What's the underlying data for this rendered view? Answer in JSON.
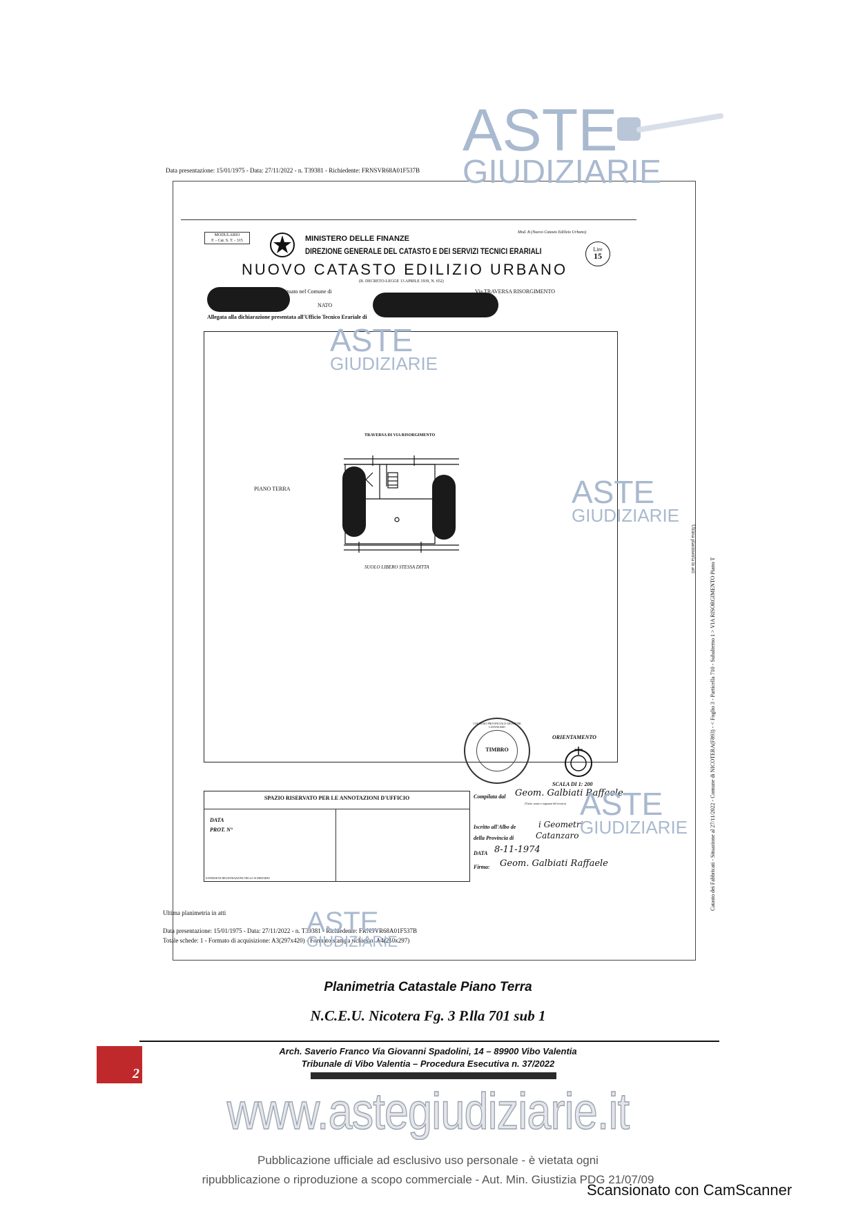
{
  "top_meta": "Data presentazione: 15/01/1975 - Data: 27/11/2022 - n. T39381 - Richiedente: FRNSVR68A01F537B",
  "form": {
    "modulario": "MODULARIO\nF. - Cat. S. T. - 315",
    "mod_label": "Mod. B (Nuovo Catasto Edilizio Urbano)",
    "ministry": "MINISTERO DELLE FINANZE",
    "direction": "DIREZIONE GENERALE DEL CATASTO E DEI SERVIZI TECNICI ERARIALI",
    "title": "NUOVO CATASTO EDILIZIO URBANO",
    "decree": "(R. DECRETO-LEGGE 13 APRILE 1939, N. 652)",
    "lire_label": "Lire",
    "lire_value": "15",
    "line1_text": "...mobile situato nel Comune di",
    "line1_via": "Via TRAVERSA RISORGIMENTO",
    "line2_text": "NATO",
    "line3_text": "Allegata alla dichiarazione presentata all'Ufficio Tecnico Erariale di"
  },
  "drawing": {
    "north_street": "TRAVERSA DI VIA RISORGIMENTO",
    "floor_label": "PIANO TERRA",
    "south_label": "SUOLO LIBERO STESSA DITTA",
    "orientation_label": "ORIENTAMENTO",
    "scale_label": "SCALA DI 1: 200"
  },
  "office_box": {
    "header": "SPAZIO RISERVATO PER LE ANNOTAZIONI D'UFFICIO",
    "data_label": "DATA",
    "prot_label": "PROT. N°",
    "footer_small": "ESTREMI DI REGISTRAZIONE NELLO SCHEDARIO"
  },
  "compiler_box": {
    "compilato_label": "Compilata dal",
    "compilato_value": "Geom. Galbiati Raffaele",
    "compilato_hint": "(Titolo, nome e cognome del tecnico)",
    "iscritto_label": "Iscritto all'Albo de",
    "iscritto_value": "i Geometri",
    "provincia_label": "della Provincia di",
    "provincia_value": "Catanzaro",
    "data_label": "DATA",
    "data_value": "8-11-1974",
    "firma_label": "Firma:",
    "firma_value": "Geom. Galbiati Raffaele"
  },
  "stamp": {
    "ring_text": "COLLEGIO PROVINCIALE GEOMETRI CATANZARO",
    "inner": "TIMBRO"
  },
  "side_text": "Catasto dei Fabbricati - Situazione al 27/11/2022 - Comune di NICOTERA(F893) - < Foglio 3 - Particella 710 - Subalterno 1 > VIA RISORGIMENTO Piano T",
  "side_text_small": "Ultima planimetria in atti",
  "bottom_meta": {
    "ultima": "Ultima planimetria in atti",
    "line1": "Data presentazione: 15/01/1975 - Data: 27/11/2022 - n. T39381 - Richiedente: FRNSVR68A01F537B",
    "line2": "Totale schede: 1 - Formato di acquisizione: A3(297x420) - Formato stampa richiesto: A4(210x297)"
  },
  "caption": {
    "line1": "Planimetria Catastale Piano Terra",
    "line2": "N.C.E.U. Nicotera  Fg. 3 P.lla 701 sub 1"
  },
  "footer": {
    "page_number": "2",
    "address": "Arch. Saverio Franco Via Giovanni Spadolini, 14 – 89900 Vibo Valentia",
    "court": "Tribunale di Vibo Valentia – Procedura Esecutiva n. 37/2022"
  },
  "watermark": {
    "aste": "ASTE",
    "giudiziarie": "GIUDIZIARIE",
    "url": "www.astegiudiziarie.it",
    "notice1": "Pubblicazione ufficiale ad esclusivo uso personale - è vietata ogni",
    "notice2": "ripubblicazione o riproduzione a scopo commerciale - Aut. Min. Giustizia PDG 21/07/09",
    "camscanner": "Scansionato con CamScanner"
  },
  "colors": {
    "watermark": "#a9b9cf",
    "page_badge": "#c0292b",
    "redaction": "#1a1a1a"
  }
}
